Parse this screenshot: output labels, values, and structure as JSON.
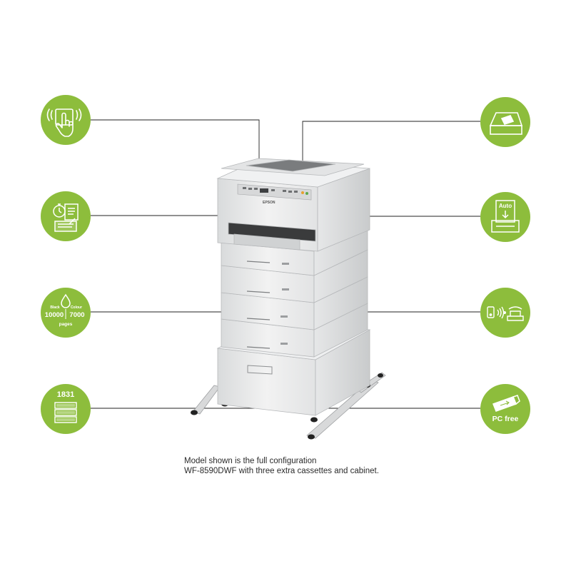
{
  "caption": {
    "line1": "Model shown is the full configuration",
    "line2": "WF-8590DWF with three extra cassettes and cabinet."
  },
  "badges": {
    "ink": {
      "black_label": "Black",
      "colour_label": "Colour",
      "black_pages": "10000",
      "colour_pages": "7000",
      "pages_label": "pages"
    },
    "paper": {
      "count": "1831"
    },
    "duplex": {
      "auto_label": "Auto"
    },
    "pcfree": {
      "label": "PC free"
    }
  },
  "printer": {
    "brand": "EPSON"
  },
  "colors": {
    "badge_green": "#8dbd3c",
    "line": "#222222"
  }
}
